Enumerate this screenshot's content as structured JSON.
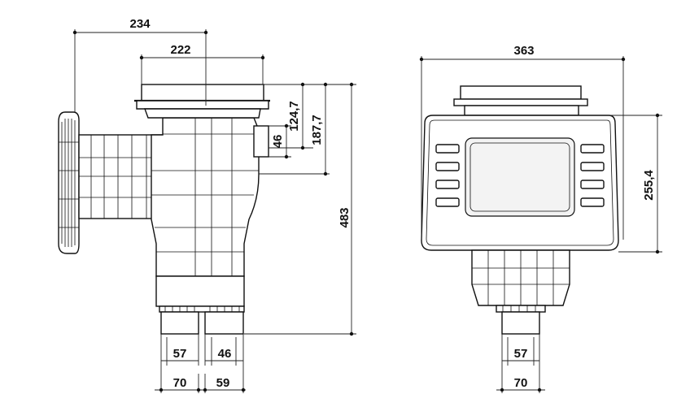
{
  "dimensions": {
    "side_view": {
      "overall_width": "234",
      "flange_width": "222",
      "depth_124_7": "124,7",
      "depth_187_7": "187,7",
      "inlet_46": "46",
      "overall_height": "483",
      "bottom_left_inner": "57",
      "bottom_right_inner": "46",
      "bottom_left_outer": "70",
      "bottom_right_outer": "59"
    },
    "front_view": {
      "overall_width": "363",
      "face_height": "255,4",
      "bottom_inner": "57",
      "bottom_outer": "70"
    }
  }
}
